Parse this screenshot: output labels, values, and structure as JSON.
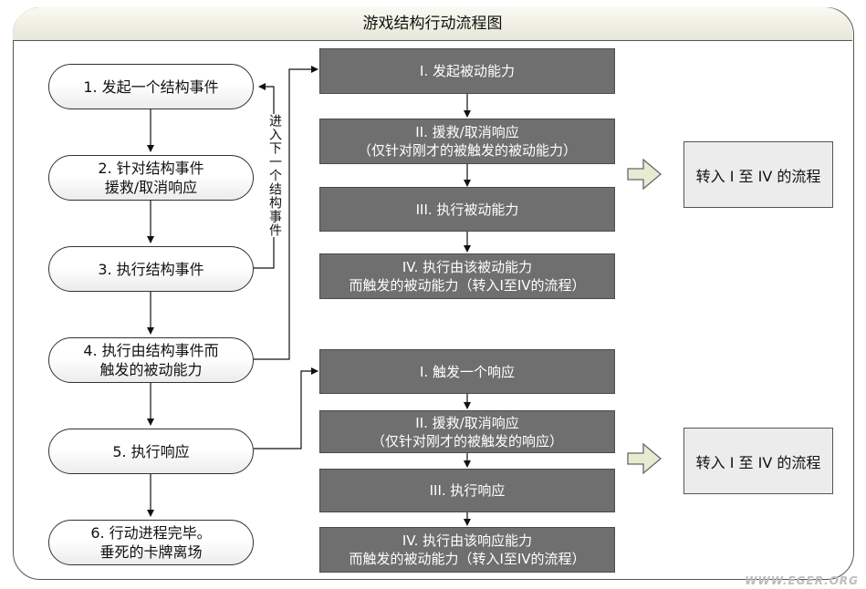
{
  "title": "游戏结构行动流程图",
  "left_steps": [
    [
      "1. 发起一个结构事件"
    ],
    [
      "2. 针对结构事件",
      "援救/取消响应"
    ],
    [
      "3. 执行结构事件"
    ],
    [
      "4. 执行由结构事件而",
      "触发的被动能力"
    ],
    [
      "5. 执行响应"
    ],
    [
      "6. 行动进程完毕。",
      "垂死的卡牌离场"
    ]
  ],
  "loop_label": "进入下一个结构事件",
  "passive_steps": [
    [
      "I. 发起被动能力"
    ],
    [
      "II. 援救/取消响应",
      "（仅针对刚才的被触发的被动能力）"
    ],
    [
      "III. 执行被动能力"
    ],
    [
      "IV. 执行由该被动能力",
      "而触发的被动能力（转入I至IV的流程）"
    ]
  ],
  "response_steps": [
    [
      "I. 触发一个响应"
    ],
    [
      "II. 援救/取消响应",
      "（仅针对刚才的被触发的响应）"
    ],
    [
      "III. 执行响应"
    ],
    [
      "IV. 执行由该响应能力",
      "而触发的被动能力（转入I至IV的流程）"
    ]
  ],
  "goto_boxes": [
    "转入 I 至 IV 的流程",
    "转入 I 至 IV 的流程"
  ],
  "watermark": "WWW.EGER.ORG"
}
